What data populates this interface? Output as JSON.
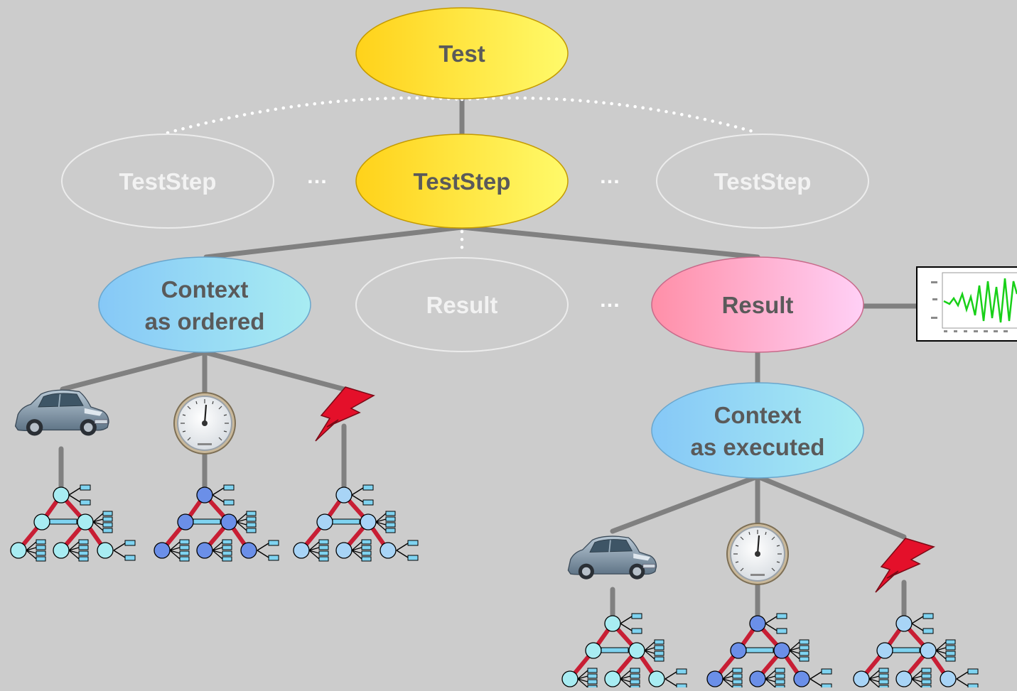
{
  "nodes": {
    "test": "Test",
    "step_left": "TestStep",
    "step_center": "TestStep",
    "step_right": "TestStep",
    "context_ordered": [
      "Context",
      "as ordered"
    ],
    "result_ghost": "Result",
    "result_main": "Result",
    "context_executed": [
      "Context",
      "as executed"
    ]
  },
  "ellipses": {
    "between_steps_left": "…",
    "between_steps_right": "…",
    "between_results": "…"
  },
  "colors": {
    "background": "#cccccc",
    "test_yellow": "#ffd000",
    "context_blue": "#8fd0f5",
    "result_pink": "#ff9ab8",
    "connector": "#808080",
    "tree_edge": "#cc1f35",
    "node_light": "#a8e8f0",
    "node_blue": "#6a8ee8"
  },
  "icons": [
    "car-icon",
    "gauge-icon",
    "lightning-icon",
    "waveform-chart-icon",
    "tree-icon"
  ]
}
